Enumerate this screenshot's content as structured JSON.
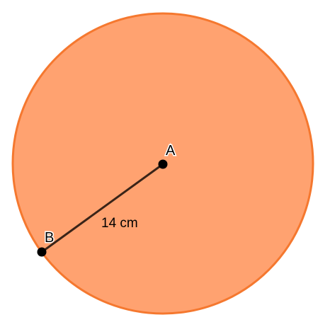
{
  "diagram": {
    "type": "circle-with-radius",
    "colors": {
      "fill": "#FFA270",
      "stroke": "#F5782F",
      "segment": "#3A2418",
      "point": "#000000"
    },
    "center_label": "A",
    "edge_label": "B",
    "radius_label": "14 cm"
  }
}
